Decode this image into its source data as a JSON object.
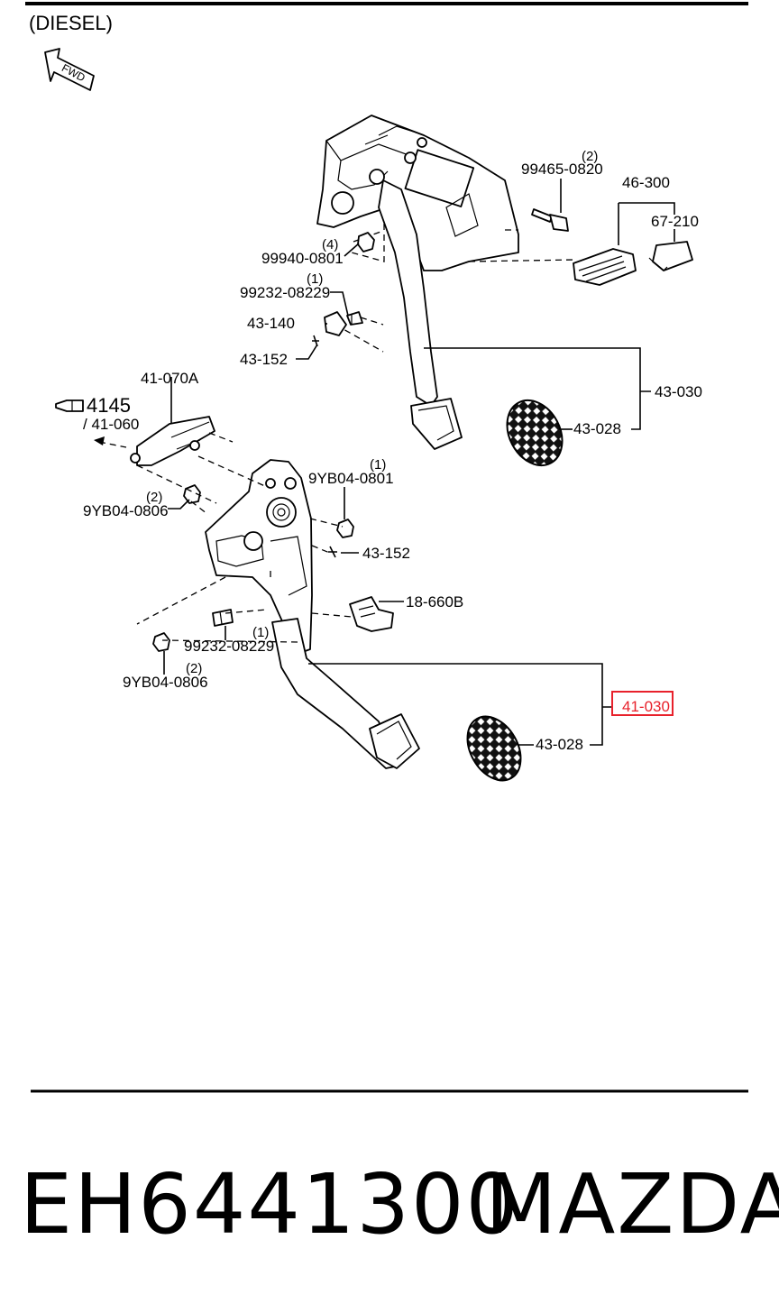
{
  "diagram": {
    "variant": "(DIESEL)",
    "fwd_label": "FWD",
    "ref_number": "4145",
    "highlight_color": "#e8212b",
    "callouts": {
      "c_99465": {
        "part": "99465-0820",
        "qty": "(2)"
      },
      "c_46300": {
        "part": "46-300"
      },
      "c_67210": {
        "part": "67-210"
      },
      "c_99940": {
        "part": "99940-0801",
        "qty": "(4)"
      },
      "c_99232_top": {
        "part": "99232-08229",
        "qty": "(1)"
      },
      "c_43140": {
        "part": "43-140"
      },
      "c_43152_top": {
        "part": "43-152"
      },
      "c_43030_top": {
        "part": "43-030"
      },
      "c_43028_top": {
        "part": "43-028"
      },
      "c_41070a": {
        "part": "41-070A"
      },
      "c_41060": {
        "part": "/ 41-060"
      },
      "c_9yb04_left": {
        "part": "9YB04-0806",
        "qty": "(2)"
      },
      "c_9yb04_0801": {
        "part": "9YB04-0801",
        "qty": "(1)"
      },
      "c_43152_mid": {
        "part": "43-152"
      },
      "c_18660b": {
        "part": "18-660B"
      },
      "c_99232_bot": {
        "part": "99232-08229",
        "qty": "(1)"
      },
      "c_9yb04_bot": {
        "part": "9YB04-0806",
        "qty": "(2)"
      },
      "c_41030": {
        "part": "41-030"
      },
      "c_43028_bot": {
        "part": "43-028"
      }
    }
  },
  "footer": {
    "part_number": "EH6441300",
    "brand": "MAZDA"
  }
}
